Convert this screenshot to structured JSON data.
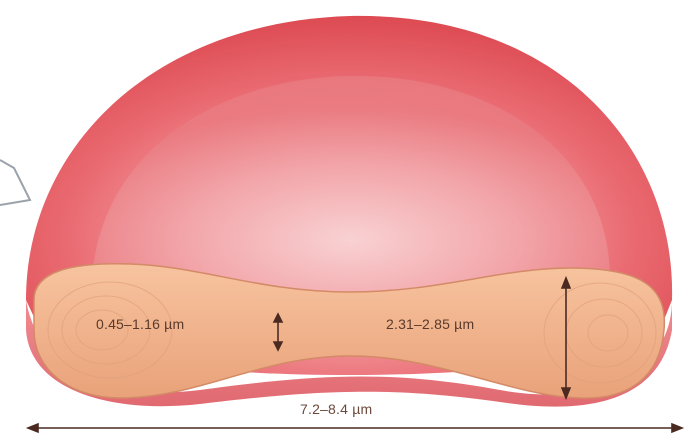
{
  "figure": {
    "subject": "red blood cell cross-section",
    "labels": {
      "thin_center": "0.45–1.16 µm",
      "thick_rim": "2.31–2.85 µm",
      "diameter": "7.2–8.4 µm"
    },
    "colors": {
      "cell_outer": "#e8555d",
      "cell_highlight": "#f8c0c3",
      "cut_face": "#f2b58d",
      "cut_face_dark": "#d9956d",
      "arrow": "#4a2a20",
      "text": "#5a3a2c"
    }
  }
}
